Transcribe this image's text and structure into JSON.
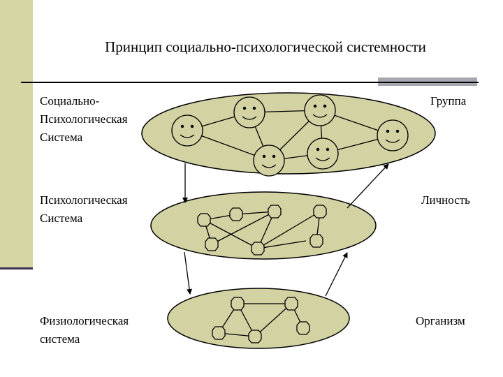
{
  "title": "Принцип социально-психологической системности",
  "labels": {
    "social_line1": "Социально-",
    "social_line2": "Психологическая",
    "social_line3": "Система",
    "psych_line1": "Психологическая",
    "psych_line2": "Система",
    "phys_line1": "Физиологическая",
    "phys_line2": "система",
    "group": "Группа",
    "personality": "Личность",
    "organism": "Организм"
  },
  "colors": {
    "ellipse_fill": "#d2d2a3",
    "sidebar": "#d6d6a4",
    "accent_bar": "#a7a7b1",
    "sidebar_line": "#3c2f55"
  },
  "icons": {
    "face": "smiley-face-icon",
    "node": "octagon-node-icon"
  }
}
